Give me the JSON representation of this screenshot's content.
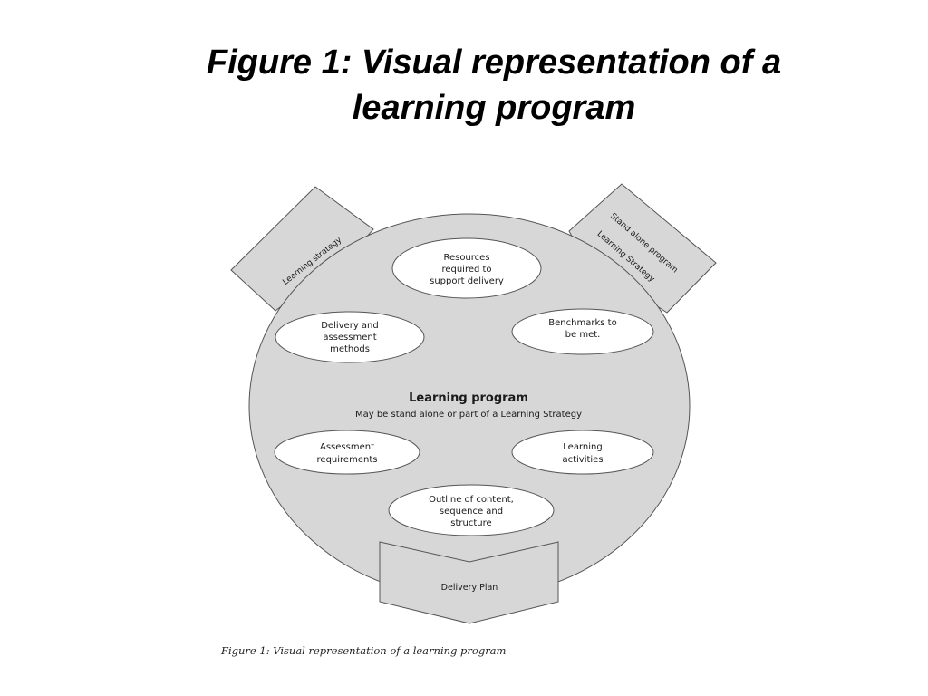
{
  "title": {
    "line1": "Figure 1: Visual representation of a",
    "line2": "learning program"
  },
  "diagram": {
    "center": {
      "title": "Learning program",
      "subtitle": "May be stand alone or part of a Learning Strategy"
    },
    "ellipses": {
      "resources": [
        "Resources",
        "required to",
        "support delivery"
      ],
      "delivery_methods": [
        "Delivery and",
        "assessment",
        "methods"
      ],
      "benchmarks": [
        "Benchmarks to",
        "be met."
      ],
      "assessment": [
        "Assessment",
        "requirements"
      ],
      "activities": [
        "Learning",
        "activities"
      ],
      "outline": [
        "Outline of content,",
        "sequence and",
        "structure"
      ]
    },
    "flags": {
      "learning_strategy": "Learning strategy",
      "stand_alone": [
        "Stand alone program",
        "Learning Strategy"
      ]
    },
    "delivery_plan": "Delivery Plan",
    "caption": "Figure 1: Visual representation of a learning program"
  },
  "colors": {
    "shape_fill": "#d7d7d7",
    "ellipse_fill": "#ffffff",
    "stroke": "#555555"
  }
}
